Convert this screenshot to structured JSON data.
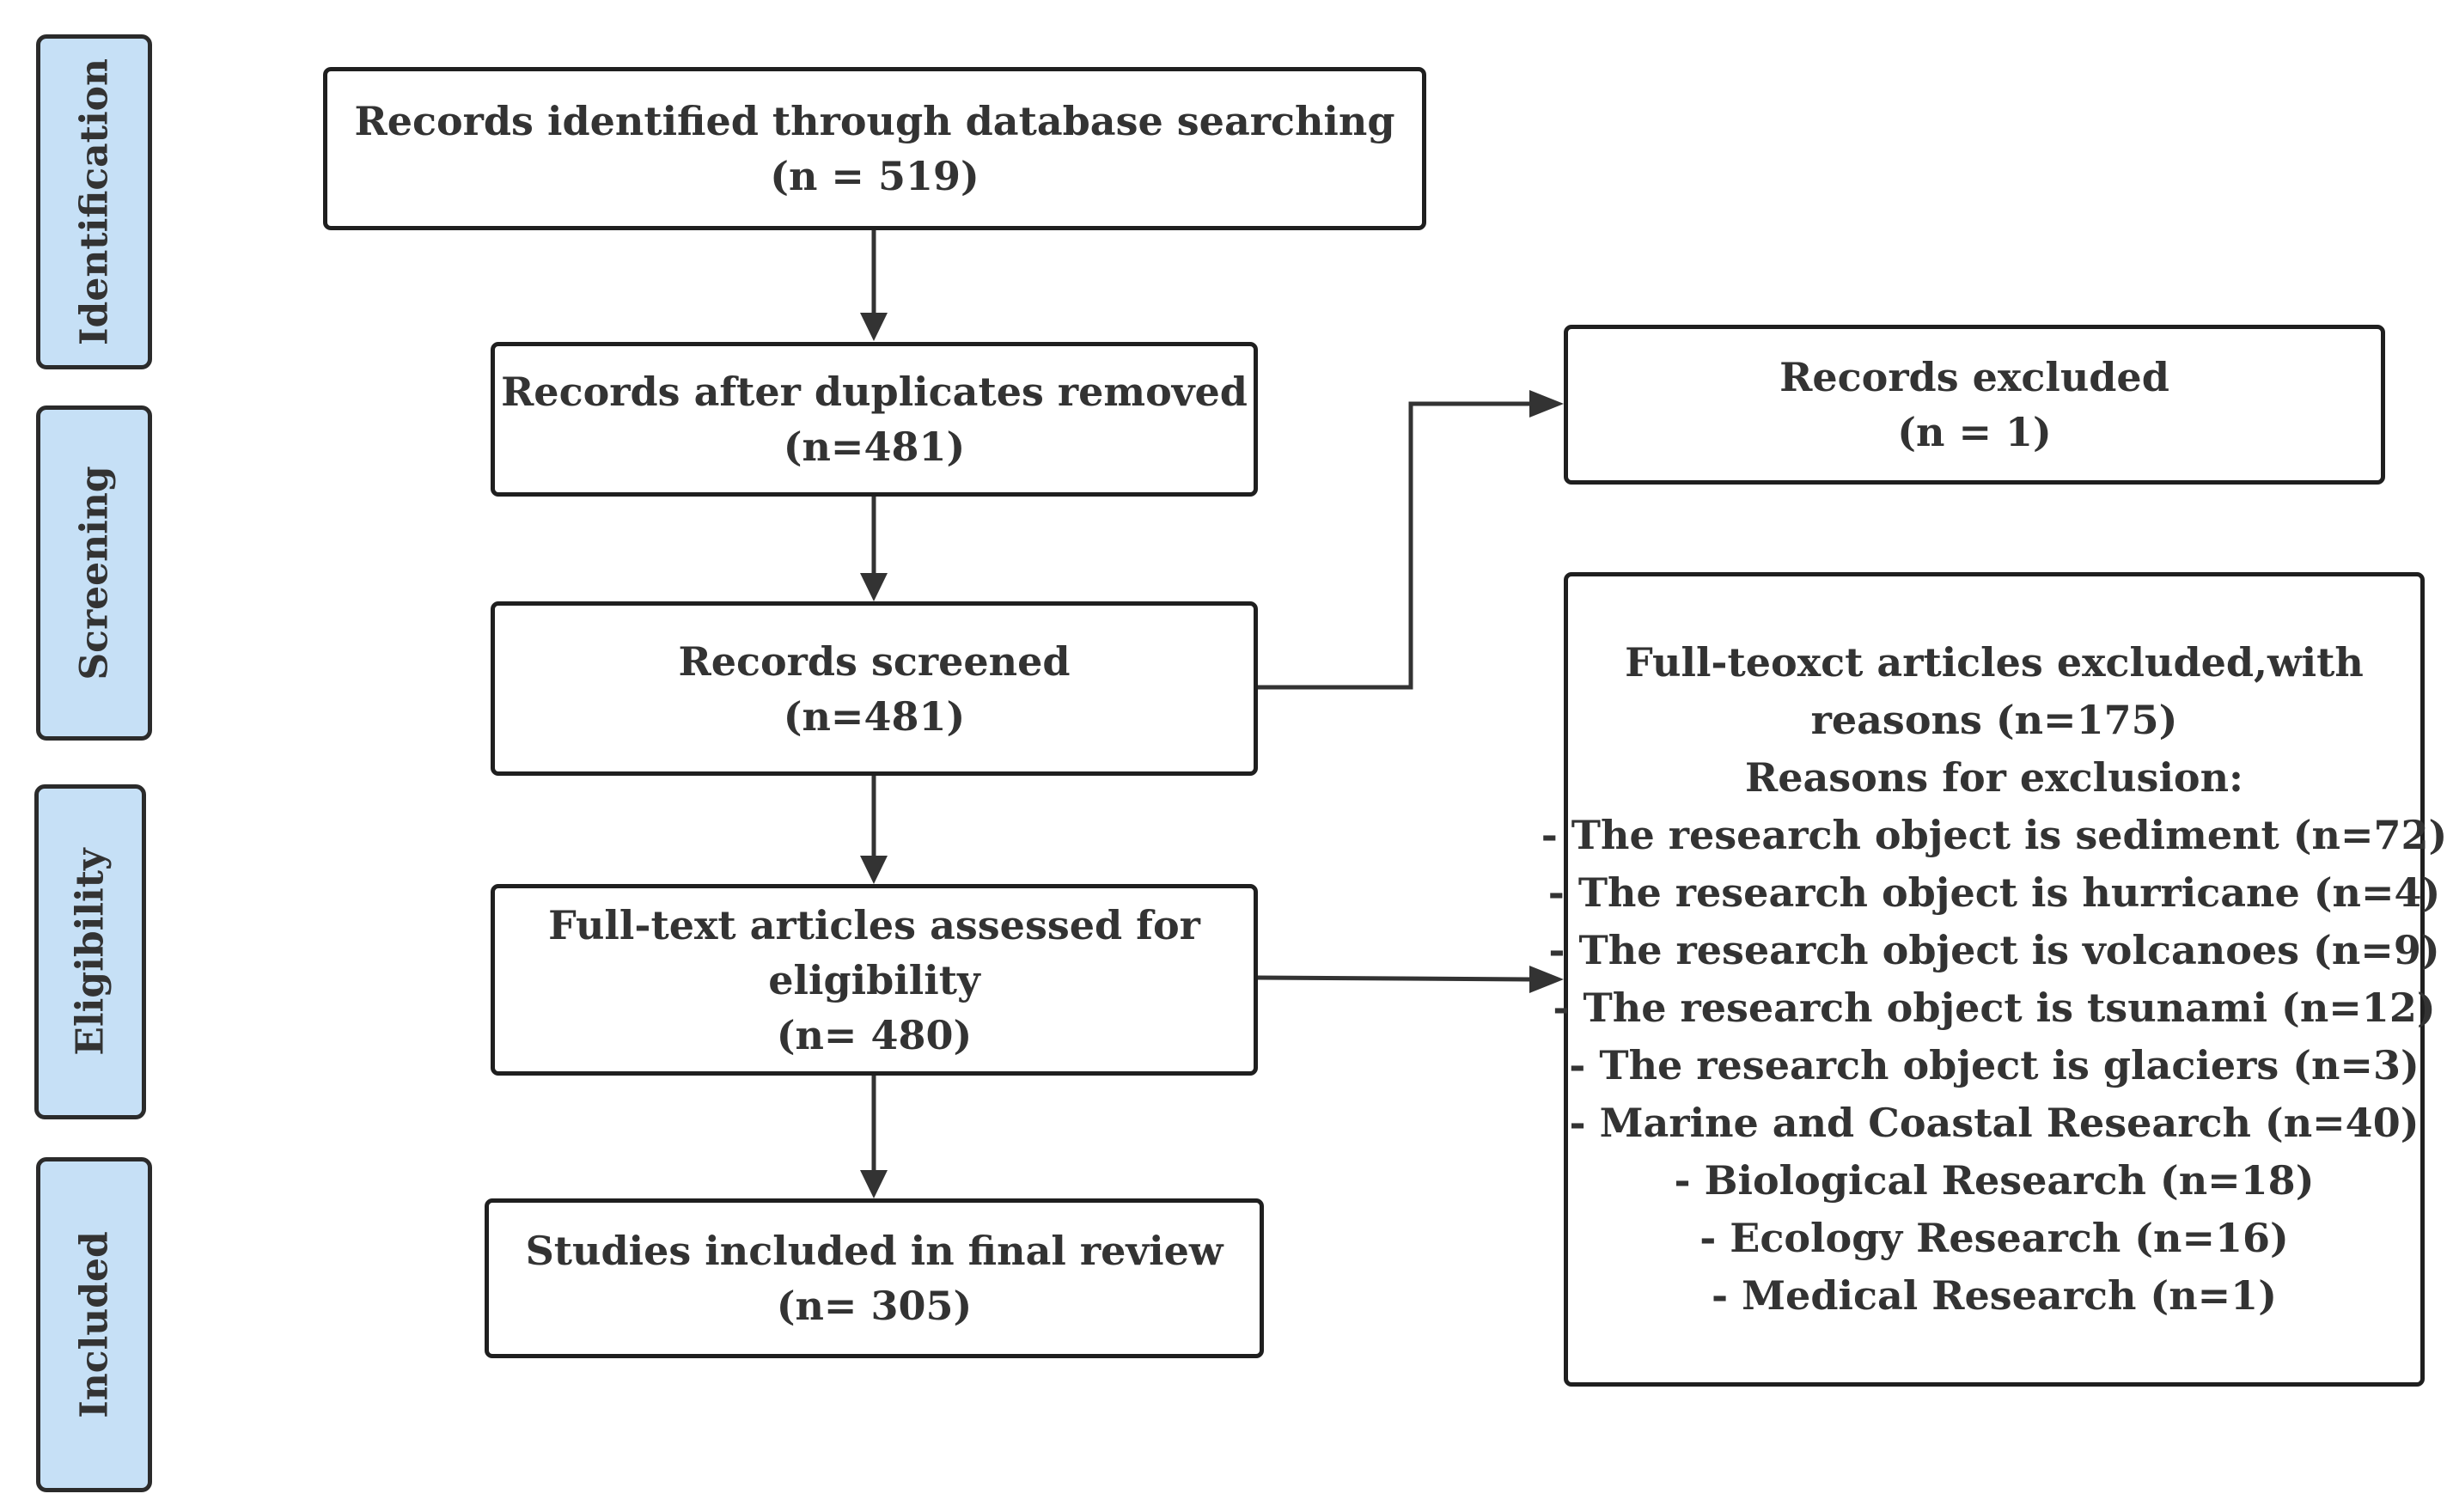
{
  "phases": {
    "identification": "Identification",
    "screening": "Screening",
    "eligibility": "Eligibility",
    "included": "Included"
  },
  "boxes": {
    "identified": {
      "line1": "Records identified through database searching",
      "line2": "(n = 519)"
    },
    "deduplicated": {
      "line1": "Records after duplicates removed",
      "line2": "(n=481)"
    },
    "screened": {
      "line1": "Records screened",
      "line2": "(n=481)"
    },
    "fulltext": {
      "line1": "Full-text articles assessed for",
      "line2": "eligibility",
      "line3": "(n= 480)"
    },
    "included": {
      "line1": "Studies included in final review",
      "line2": "(n= 305)"
    },
    "records_excluded": {
      "line1": "Records excluded",
      "line2": "(n = 1)"
    },
    "fulltext_excluded": {
      "line1": "Full-teoxct articles excluded,with",
      "line2": "reasons (n=175)",
      "line3": "Reasons for exclusion:",
      "reasons": [
        "- The research object is sediment (n=72)",
        "- The research object is hurricane (n=4)",
        "- The research object is volcanoes (n=9)",
        "- The research object is tsunami (n=12)",
        "- The research object is glaciers (n=3)",
        "- Marine and Coastal Research (n=40)",
        "- Biological Research (n=18)",
        "- Ecology Research (n=16)",
        "- Medical Research (n=1)"
      ]
    }
  }
}
